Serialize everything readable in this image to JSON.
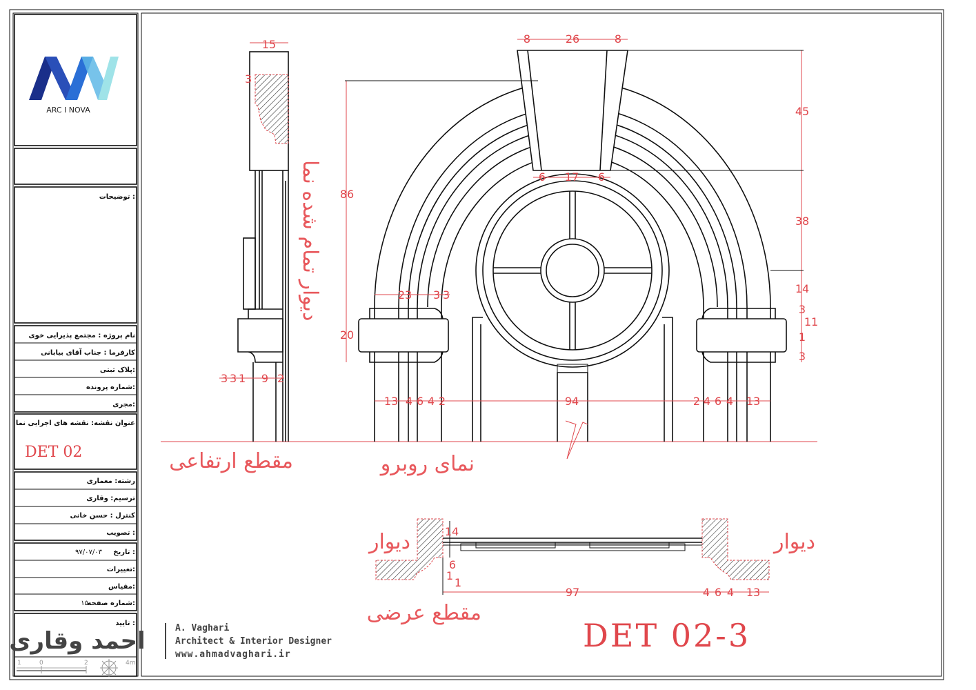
{
  "logo": {
    "brand": "ARC I NOVA",
    "colors": [
      "#1a2f8a",
      "#2a6fd6",
      "#9fe3e8"
    ]
  },
  "title_block": {
    "notes_label": "توضیحات :",
    "project_name": "نام پروژه : مجتمع پذیرایی خوی",
    "client": "کارفرما :  جناب آقای بیابانی",
    "plot_no": "پلاک ثبتی:",
    "file_no": "شماره پرونده:",
    "contractor": "مجری:",
    "drawing_title": "عنوان نقشه: نقشه های اجرایی نما",
    "drawing_code": "DET 02",
    "discipline": "رشته:   معماری",
    "drawn_by": "ترسیم:   وقاری",
    "checked_by": "کنترل :   حسن خانی",
    "approval": "تصویب :",
    "date_label": "تاریخ :",
    "date_value": "۹۷/۰۷/۰۳",
    "revisions": "تغییرات:",
    "scale": "مقیاس:",
    "sheet_label": "شماره صفحه:",
    "sheet_value": "۱۵",
    "confirm": "تایید :",
    "scale_bar": [
      "1",
      "0",
      "2",
      "4m"
    ]
  },
  "signature": {
    "logo_text": "احمد وقاری",
    "name": "A. Vaghari",
    "role": "Architect & Interior Designer",
    "website": "www.ahmadvaghari.ir"
  },
  "labels": {
    "section_vertical": "مقطع ارتفاعی",
    "front_elevation": "نمای روبرو",
    "section_horizontal": "مقطع عرضی",
    "finished_wall": "دیوار تمام شده نما",
    "wall_left": "دیوار",
    "wall_right": "دیوار",
    "sheet_code": "DET 02-3"
  },
  "dims": {
    "side_top": "15",
    "side_small": "3",
    "side_bottom": [
      "3",
      "3",
      "1",
      "9",
      "2"
    ],
    "key_top": [
      "8",
      "26",
      "8"
    ],
    "key_bottom": [
      "6",
      "17",
      "6"
    ],
    "height_total": "86",
    "cap_height": "20",
    "right_vertical": [
      "45",
      "38",
      "14",
      "3",
      "11",
      "1",
      "3"
    ],
    "cap_left": [
      "23",
      "3",
      "3"
    ],
    "base_left": [
      "13",
      "4",
      "6",
      "4",
      "2"
    ],
    "base_center": "94",
    "base_right": [
      "2",
      "4",
      "6",
      "4",
      "13"
    ],
    "plan_depth": [
      "14",
      "6",
      "1",
      "1"
    ],
    "plan_width": "97",
    "plan_right": [
      "4",
      "6",
      "4",
      "13"
    ]
  }
}
